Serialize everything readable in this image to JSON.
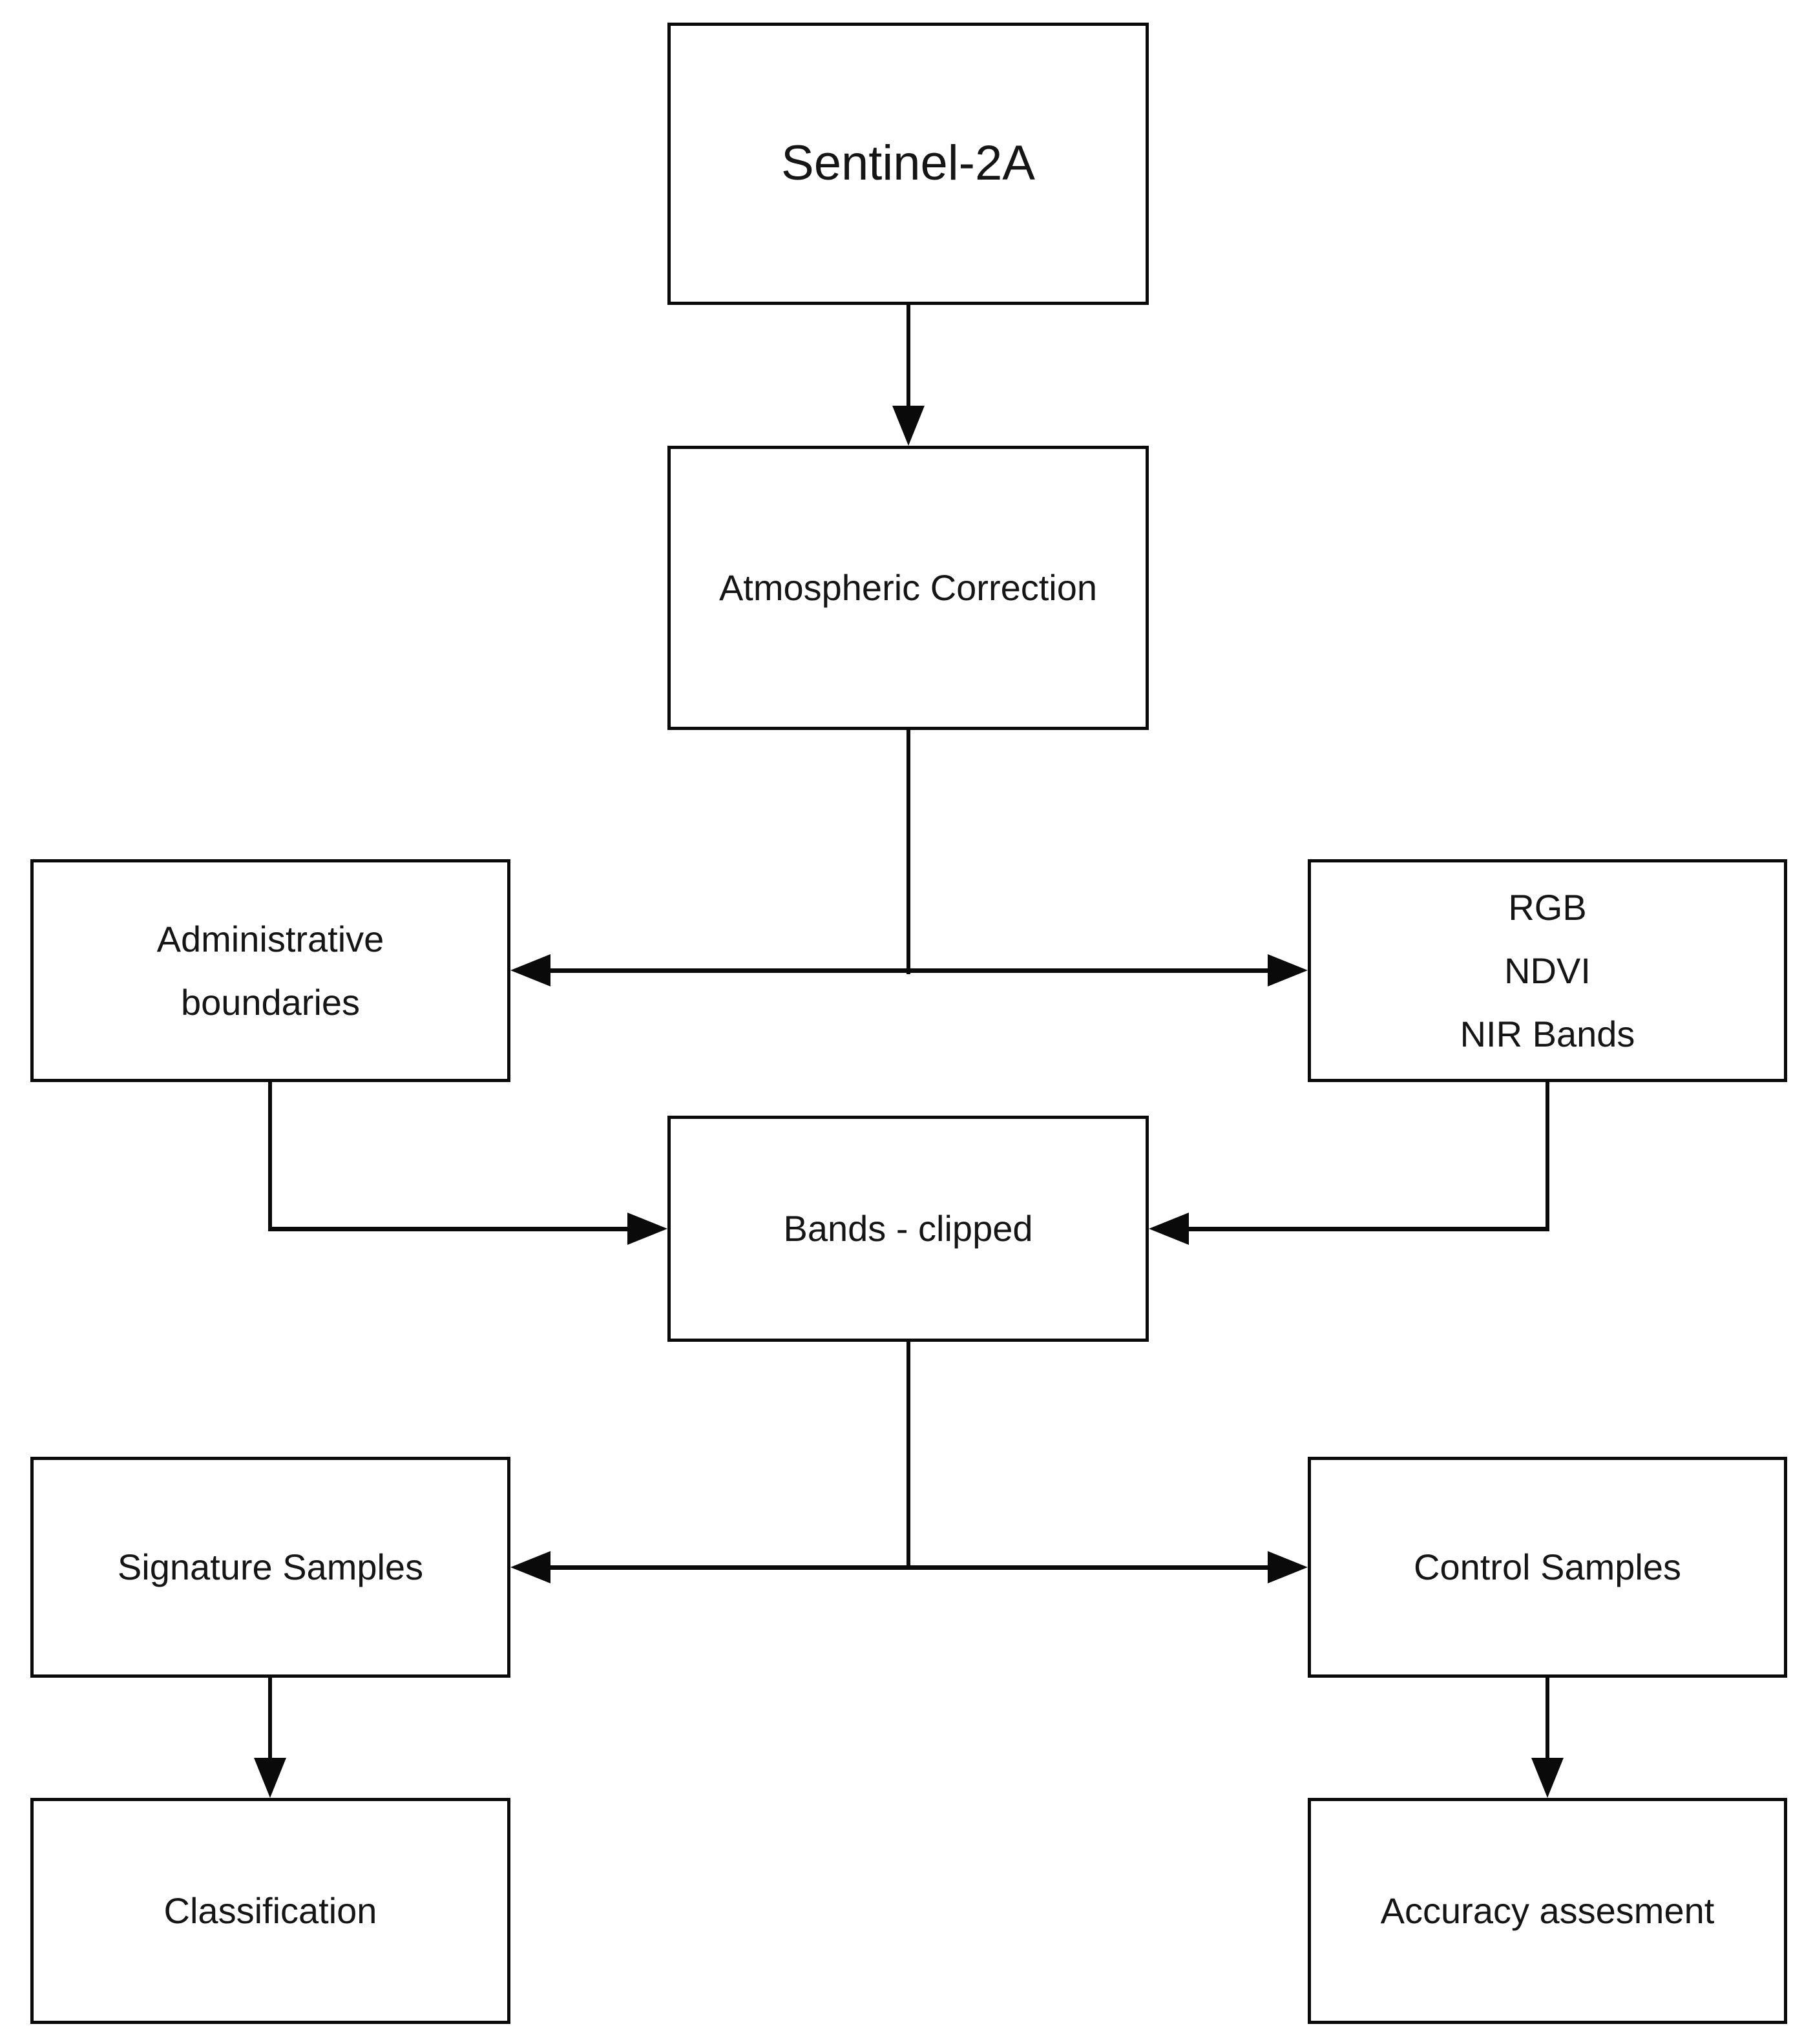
{
  "diagram": {
    "colors": {
      "background": "#ffffff",
      "stroke": "#0a0a0a",
      "text": "#151515"
    },
    "nodes": {
      "sentinel_2a": {
        "label": "Sentinel-2A"
      },
      "atmospheric_correction": {
        "label": "Atmospheric Correction"
      },
      "administrative_boundaries": {
        "lines": [
          "Administrative",
          "boundaries"
        ]
      },
      "rgb_ndvi_nir_bands": {
        "lines": [
          "RGB",
          "NDVI",
          "NIR Bands"
        ]
      },
      "bands_clipped": {
        "label": "Bands - clipped"
      },
      "signature_samples": {
        "label": "Signature Samples"
      },
      "control_samples": {
        "label": "Control Samples"
      },
      "classification": {
        "label": "Classification"
      },
      "accuracy_assesment": {
        "label": "Accuracy assesment"
      }
    },
    "edges": [
      {
        "from": "Sentinel-2A",
        "to": "Atmospheric Correction",
        "type": "arrow"
      },
      {
        "from": "Atmospheric Correction",
        "to": "Administrative boundaries",
        "type": "arrow"
      },
      {
        "from": "Atmospheric Correction",
        "to": "RGB NDVI NIR Bands",
        "type": "arrow"
      },
      {
        "from": "Administrative boundaries",
        "to": "Bands - clipped",
        "type": "arrow"
      },
      {
        "from": "RGB NDVI NIR Bands",
        "to": "Bands - clipped",
        "type": "arrow"
      },
      {
        "from": "Bands - clipped",
        "to": "Signature Samples",
        "type": "arrow"
      },
      {
        "from": "Bands - clipped",
        "to": "Control Samples",
        "type": "arrow"
      },
      {
        "from": "Signature Samples",
        "to": "Classification",
        "type": "arrow"
      },
      {
        "from": "Control Samples",
        "to": "Accuracy assesment",
        "type": "arrow"
      }
    ]
  }
}
